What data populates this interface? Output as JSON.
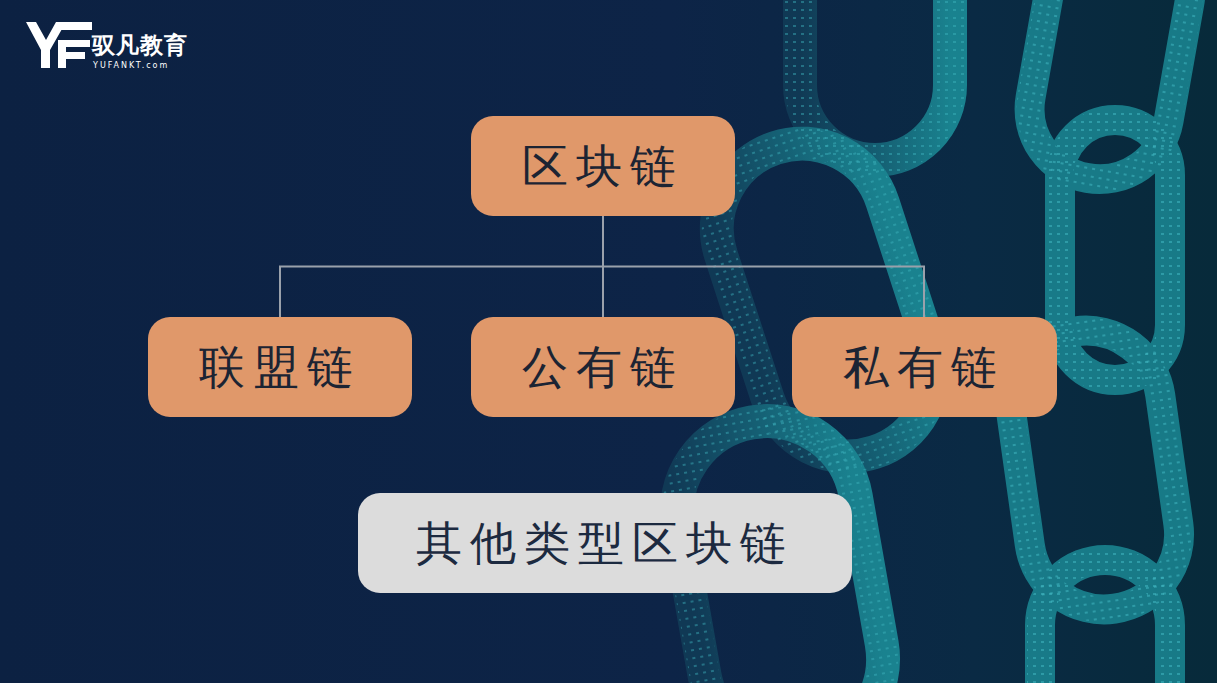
{
  "diagram": {
    "nodes": [
      {
        "text": [
          "区块链"
        ]
      },
      {
        "text": [
          "联盟链"
        ]
      },
      {
        "text": [
          "公有链"
        ]
      },
      {
        "text": [
          "私有链"
        ]
      },
      {
        "text": [
          "其他类型区块链"
        ]
      }
    ],
    "edges": [
      {
        "from": 0,
        "to": 1,
        "arrow": "none"
      },
      {
        "from": 0,
        "to": 2,
        "arrow": "none"
      },
      {
        "from": 0,
        "to": 3,
        "arrow": "none"
      }
    ],
    "labels": [
      "驭凡教育",
      "YUFANKT.com"
    ]
  }
}
